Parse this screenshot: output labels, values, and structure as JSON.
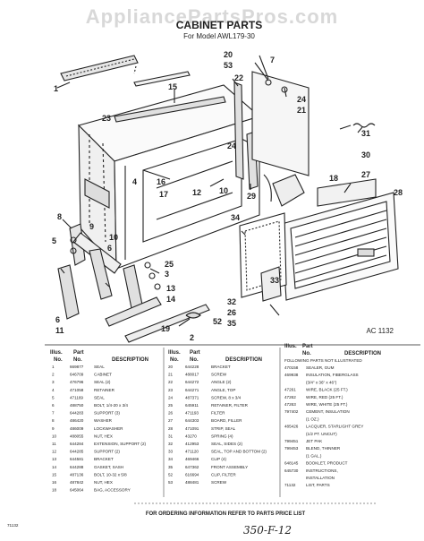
{
  "watermark": "AppliancePartsPros.com",
  "header": {
    "title": "CABINET PARTS",
    "subtitle": "For Model AWL179-30"
  },
  "diagram_code": "AC 1132",
  "callouts": [
    "20",
    "53",
    "7",
    "22",
    "15",
    "23",
    "24",
    "21",
    "31",
    "30",
    "16",
    "4",
    "17",
    "24",
    "12",
    "10",
    "29",
    "18",
    "27",
    "28",
    "9",
    "8",
    "10",
    "6",
    "5",
    "6",
    "11",
    "25",
    "3",
    "33",
    "13",
    "14",
    "19",
    "2",
    "52",
    "32",
    "26",
    "35",
    "34",
    "1"
  ],
  "tables": {
    "header": {
      "illus": "Illus.",
      "part": "Part",
      "no": "No.",
      "no2": "No.",
      "description": "DESCRIPTION"
    },
    "col1": [
      [
        "1",
        "669877",
        "SEAL"
      ],
      [
        "2",
        "646709",
        "CABINET"
      ],
      [
        "3",
        "476796",
        "SEAL (2)"
      ],
      [
        "4",
        "471058",
        "RETAINER"
      ],
      [
        "5",
        "471169",
        "SEAL"
      ],
      [
        "6",
        "488750",
        "BOLT, 1/4-20 x 3/4"
      ],
      [
        "7",
        "644283",
        "SUPPORT (3)"
      ],
      [
        "8",
        "486420",
        "WASHER"
      ],
      [
        "9",
        "486009",
        "LOCKWASHER"
      ],
      [
        "10",
        "488055",
        "NUT, HEX"
      ],
      [
        "11",
        "644284",
        "EXTENSION, SUPPORT (2)"
      ],
      [
        "12",
        "644285",
        "SUPPORT (2)"
      ],
      [
        "13",
        "644581",
        "BRACKET"
      ],
      [
        "14",
        "644288",
        "GASKET, SASH"
      ],
      [
        "15",
        "487136",
        "BOLT, 10-32 x 5/8"
      ],
      [
        "16",
        "487842",
        "NUT, HEX"
      ],
      [
        "18",
        "645064",
        "BAG, ACCESSORY"
      ]
    ],
    "col2": [
      [
        "20",
        "644228",
        "BRACKET"
      ],
      [
        "21",
        "488017",
        "SCREW"
      ],
      [
        "22",
        "644272",
        "ANGLE (2)"
      ],
      [
        "23",
        "644271",
        "ANGLE, TOP"
      ],
      [
        "24",
        "487371",
        "SCREW, 8 x 3/4"
      ],
      [
        "25",
        "645911",
        "RETAINER, FILTER"
      ],
      [
        "26",
        "471193",
        "FILTER"
      ],
      [
        "27",
        "644303",
        "BOARD, FILLER"
      ],
      [
        "28",
        "471091",
        "STRIP, SEAL"
      ],
      [
        "31",
        "43270",
        "SPRING (4)"
      ],
      [
        "32",
        "412953",
        "SEAL, SIDES (2)"
      ],
      [
        "33",
        "471120",
        "SEAL, TOP AND BOTTOM (2)"
      ],
      [
        "34",
        "469466",
        "CLIP (4)"
      ],
      [
        "35",
        "647362",
        "FRONT ASSEMBLY"
      ],
      [
        "52",
        "616694",
        "CLIP, FILTER"
      ],
      [
        "53",
        "488481",
        "SCREW"
      ]
    ],
    "col3_heading": "FOLLOWING PARTS NOT ILLUSTRATED",
    "col3": [
      [
        "470158",
        "SEALER, GUM"
      ],
      [
        "469938",
        "INSULATION, FIBERGLASS"
      ],
      [
        "",
        "(3/4\" x 36\" x 46\")"
      ],
      [
        "47261",
        "WIRE, BLACK (25 FT.)"
      ],
      [
        "47262",
        "WIRE, RED (25 FT.)"
      ],
      [
        "47263",
        "WIRE, WHITE (25 FT.)"
      ],
      [
        "797402",
        "CEMENT, INSULATION"
      ],
      [
        "",
        "(1 OZ.)"
      ],
      [
        "485426",
        "LACQUER, STARLIGHT GREY"
      ],
      [
        "",
        "(1/2 PT. UNCUT)"
      ],
      [
        "799451",
        "JET PAK"
      ],
      [
        "799453",
        "BLEND, THINNER"
      ],
      [
        "",
        "(1 GAL.)"
      ],
      [
        "648145",
        "BOOKLET, PRODUCT"
      ],
      [
        "645730",
        "INSTRUCTIONS,"
      ],
      [
        "",
        "INSTALLATION"
      ],
      [
        "71132",
        "LIST, PARTS"
      ]
    ]
  },
  "footer": "FOR ORDERING INFORMATION REFER TO PARTS PRICE LIST",
  "corner_code": "71132",
  "handwritten_note": "350-F-12"
}
